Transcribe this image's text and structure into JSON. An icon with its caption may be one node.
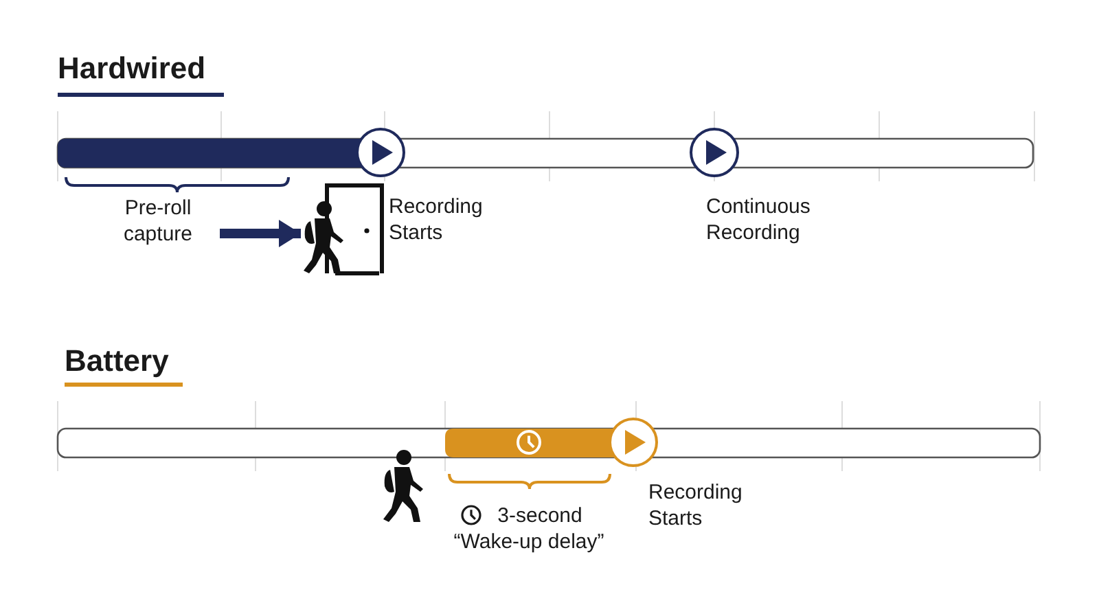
{
  "diagram": {
    "nodes": [
      {
        "text": [
          "Pre-roll capture"
        ]
      },
      {
        "text": [],
        "shape": "picture"
      }
    ],
    "edges": [
      {
        "from": 0,
        "to": 1,
        "arrow": "to"
      }
    ],
    "labels": [
      "Hardwired",
      "Recording Starts",
      "Continuous Recording",
      "Battery",
      "3-second “Wake-up delay”",
      "Recording Starts"
    ]
  }
}
